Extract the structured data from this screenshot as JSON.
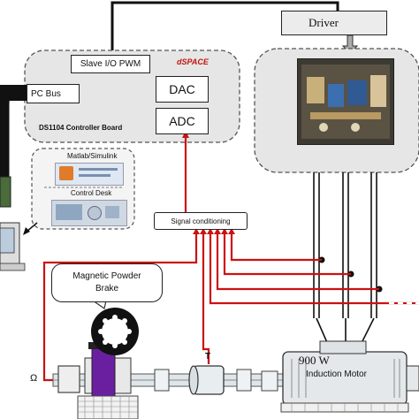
{
  "controller": {
    "slave_io_pwm": "Slave I/O PWM",
    "brand": "dSPACE",
    "pc_bus": "PC Bus",
    "dac": "DAC",
    "adc": "ADC",
    "board_label": "DS1104 Controller Board"
  },
  "software": {
    "matlab": "Matlab/Simulink",
    "control_desk": "Control Desk"
  },
  "driver": {
    "label": "Driver"
  },
  "signal": {
    "label": "Signal conditioning"
  },
  "brake": {
    "line1": "Magnetic Powder",
    "line2": "Brake"
  },
  "shaft": {
    "torque_label": "T",
    "omega_label": "Ω"
  },
  "motor": {
    "power": "900 W",
    "label": "Induction Motor"
  },
  "colors": {
    "signal_lines": "#cc1111",
    "power_lines": "#111111",
    "panel": "#e6e6e6",
    "brake_body": "#6a1fa0"
  }
}
